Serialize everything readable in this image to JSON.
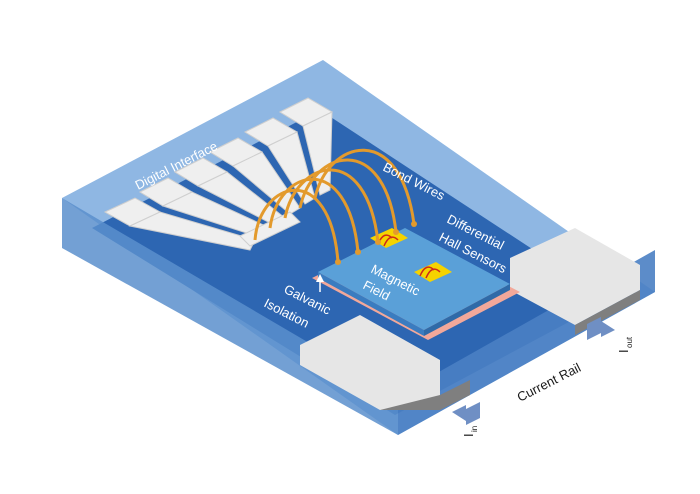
{
  "labels": {
    "digital_interface": "Digital Interface",
    "bond_wires": "Bond Wires",
    "differential": "Differential",
    "hall_sensors": "Hall Sensors",
    "magnetic": "Magnetic",
    "field": "Field",
    "galvanic": "Galvanic",
    "isolation": "Isolation",
    "current_rail": "Current Rail",
    "i_symbol": "I",
    "in_sub": "in",
    "out_sub": "out"
  },
  "colors": {
    "package_blue": "#2f6fb8",
    "package_light": "#6fa0d6",
    "leadframe": "#e8e8e8",
    "die": "#5aa0d8",
    "isolation_layer": "#f2a89a",
    "bond_wire": "#e39a2c",
    "hall_sensor": "#f5d300",
    "arrow": "#6f8fc4"
  }
}
